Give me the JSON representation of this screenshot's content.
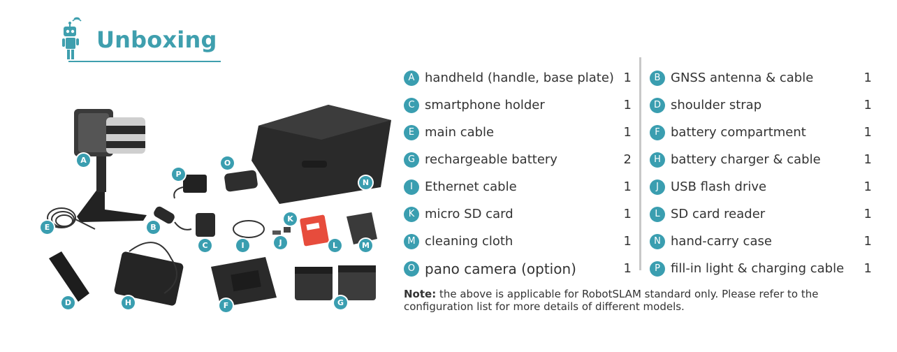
{
  "header": {
    "title": "Unboxing",
    "icon": "robot-icon"
  },
  "colors": {
    "accent": "#3a9eb0",
    "title": "#3f9fae",
    "divider": "#c8c8c8"
  },
  "photo_labels": [
    "A",
    "B",
    "C",
    "D",
    "E",
    "F",
    "G",
    "H",
    "I",
    "J",
    "K",
    "L",
    "M",
    "N",
    "O",
    "P"
  ],
  "parts_left": [
    {
      "letter": "A",
      "name": "handheld (handle, base plate)",
      "qty": "1"
    },
    {
      "letter": "C",
      "name": "smartphone holder",
      "qty": "1"
    },
    {
      "letter": "E",
      "name": "main cable",
      "qty": "1"
    },
    {
      "letter": "G",
      "name": "rechargeable battery",
      "qty": "2"
    },
    {
      "letter": "I",
      "name": "Ethernet cable",
      "qty": "1"
    },
    {
      "letter": "K",
      "name": "micro SD card",
      "qty": "1"
    },
    {
      "letter": "M",
      "name": "cleaning cloth",
      "qty": "1"
    },
    {
      "letter": "O",
      "name": "pano camera (option)",
      "qty": "1"
    }
  ],
  "parts_right": [
    {
      "letter": "B",
      "name": "GNSS antenna & cable",
      "qty": "1"
    },
    {
      "letter": "D",
      "name": "shoulder strap",
      "qty": "1"
    },
    {
      "letter": "F",
      "name": "battery compartment",
      "qty": "1"
    },
    {
      "letter": "H",
      "name": "battery charger & cable",
      "qty": "1"
    },
    {
      "letter": "J",
      "name": "USB flash drive",
      "qty": "1"
    },
    {
      "letter": "L",
      "name": "SD card reader",
      "qty": "1"
    },
    {
      "letter": "N",
      "name": "hand-carry case",
      "qty": "1"
    },
    {
      "letter": "P",
      "name": "fill-in light & charging cable",
      "qty": "1"
    }
  ],
  "note": {
    "label": "Note:",
    "text": " the above is applicable for RobotSLAM standard only. Please refer to the configuration list for more details of different models."
  }
}
